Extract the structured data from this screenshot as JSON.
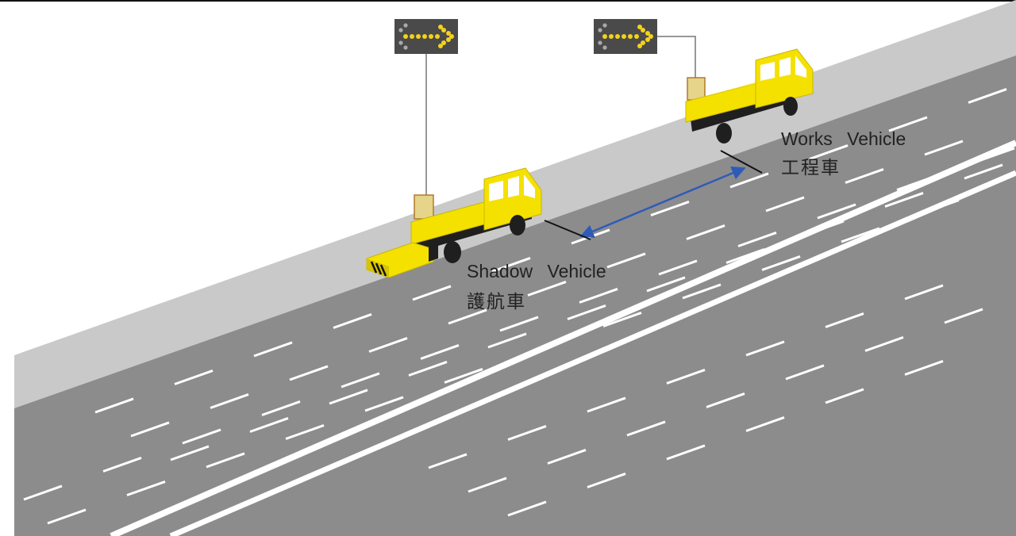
{
  "diagram": {
    "vehicles": [
      {
        "id": "works",
        "label_en": "Works Vehicle",
        "label_zh": "工程車"
      },
      {
        "id": "shadow",
        "label_en": "Shadow Vehicle",
        "label_zh": "護航車"
      }
    ],
    "arrow_sign_icon": "arrow-board-right-icon",
    "distance_icon": "double-arrow-icon",
    "colors": {
      "truck_yellow": "#f5e100",
      "truck_shade": "#d8c400",
      "road": "#8c8c8c",
      "shoulder": "#c9c9c9",
      "marking": "#ffffff",
      "sign_panel": "#4a4a4a",
      "sign_lamp": "#f2d21c",
      "distance_arrow": "#2f5bb8",
      "wheel": "#1f1f1f"
    }
  }
}
